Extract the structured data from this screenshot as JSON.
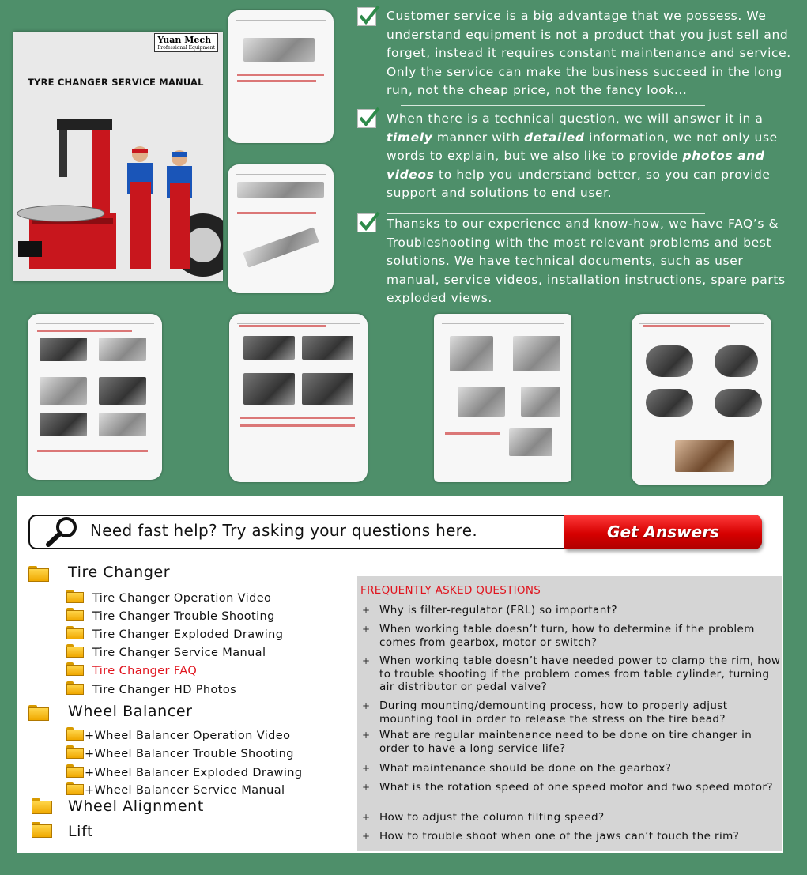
{
  "cover": {
    "brand": "Yuan Mech",
    "brand_sub": "Professional Equipment",
    "title": "TYRE CHANGER SERVICE MANUAL"
  },
  "paragraphs": [
    {
      "segments": [
        {
          "t": "Customer service is a big advantage that we possess. We understand equipment is not a product that you just sell and forget, instead it requires constant maintenance and service. Only the service can make the business succeed in the long run, not the cheap price, not the fancy look...",
          "b": false
        }
      ]
    },
    {
      "segments": [
        {
          "t": "When there is a technical question, we will answer it in a ",
          "b": false
        },
        {
          "t": "timely",
          "b": true
        },
        {
          "t": " manner with ",
          "b": false
        },
        {
          "t": "detailed",
          "b": true
        },
        {
          "t": " information, we not only use words to explain, but we also like to provide ",
          "b": false
        },
        {
          "t": "photos and videos",
          "b": true
        },
        {
          "t": " to help you understand better, so you can provide support and solutions to end user.",
          "b": false
        }
      ]
    },
    {
      "segments": [
        {
          "t": "Thansks to our experience and know-how, we have FAQ’s & Troubleshooting with the most relevant problems and best solutions. We have technical documents, such as user manual, service videos, installation instructions, spare parts exploded views.",
          "b": false
        }
      ]
    }
  ],
  "search": {
    "prompt": "Need fast help? Try asking your questions here.",
    "button": "Get Answers"
  },
  "nav": {
    "tire_changer": "Tire Changer",
    "tire_items": [
      "Tire Changer Operation Video",
      "Tire Changer Trouble Shooting",
      "Tire Changer Exploded Drawing",
      "Tire Changer Service Manual",
      "Tire Changer FAQ",
      "Tire Changer HD Photos"
    ],
    "wheel_balancer": "Wheel Balancer",
    "balancer_items": [
      "+Wheel Balancer Operation Video",
      "+Wheel Balancer Trouble Shooting",
      "+Wheel Balancer Exploded Drawing",
      "+Wheel Balancer Service Manual"
    ],
    "wheel_alignment": "Wheel Alignment",
    "lift": "Lift"
  },
  "faq": {
    "title": "FREQUENTLY ASKED QUESTIONS",
    "items": [
      "Why is filter-regulator (FRL) so important?",
      "When working table doesn’t turn, how to determine if the problem comes from gearbox, motor or switch?",
      "When working table doesn’t have needed power to clamp the rim, how to trouble shooting if the problem comes from table cylinder, turning air distributor or pedal valve?",
      "During mounting/demounting process, how to properly adjust mounting tool in order to release the stress on the tire bead?",
      "What are regular maintenance need to be done on tire changer in order to have a long service life?",
      "What maintenance should be done on the gearbox?",
      "What is the rotation speed of one speed motor and two speed motor?",
      "How to adjust the column tilting speed?",
      "How to trouble shoot when one of the jaws can’t touch the rim?"
    ]
  },
  "colors": {
    "background": "#4e8f6a",
    "accent_red": "#e0141e",
    "folder_yellow": "#f5b800"
  }
}
